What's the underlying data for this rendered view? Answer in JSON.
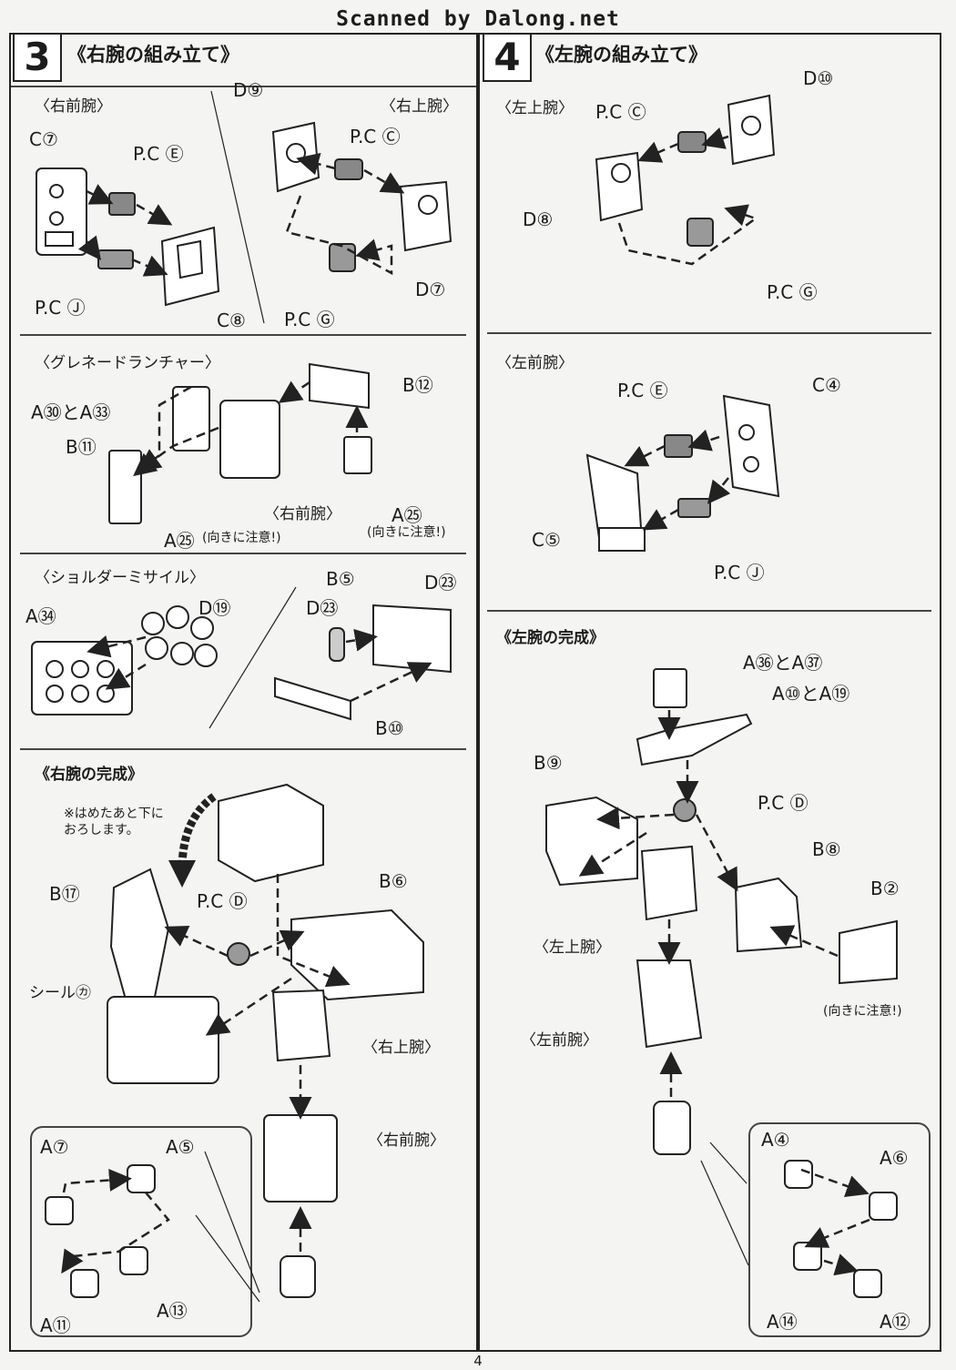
{
  "watermark": "Scanned by Dalong.net",
  "page_number": "4",
  "step3": {
    "number": "3",
    "title": "《右腕の組み立て》",
    "right_forearm": {
      "heading": "〈右前腕〉",
      "labels": [
        "C⑦",
        "P.C Ⓔ",
        "P.C Ⓙ",
        "C⑧"
      ]
    },
    "right_upper_arm": {
      "heading": "〈右上腕〉",
      "labels": [
        "D⑨",
        "P.C Ⓒ",
        "D⑦",
        "P.C Ⓖ"
      ]
    },
    "grenade_launcher": {
      "heading": "〈グレネードランチャー〉",
      "labels": [
        "A㉚とA㉝",
        "B⑪",
        "B⑫",
        "A㉕",
        "A㉕",
        "〈右前腕〉"
      ],
      "notes": [
        "(向きに注意!)",
        "(向きに注意!)"
      ]
    },
    "shoulder_missile": {
      "heading": "〈ショルダーミサイル〉",
      "labels": [
        "A㉞",
        "D⑲",
        "B⑤",
        "D㉓",
        "D㉓",
        "B⑩"
      ]
    },
    "complete": {
      "heading": "《右腕の完成》",
      "note": "※はめたあと下に\nおろします。",
      "labels": [
        "B⑰",
        "P.C Ⓓ",
        "B⑥",
        "シール㋕",
        "〈右上腕〉",
        "〈右前腕〉"
      ],
      "hands": [
        "A⑦",
        "A⑤",
        "A⑪",
        "A⑬"
      ]
    }
  },
  "step4": {
    "number": "4",
    "title": "《左腕の組み立て》",
    "left_upper_arm": {
      "heading": "〈左上腕〉",
      "labels": [
        "P.C Ⓒ",
        "D⑩",
        "D⑧",
        "P.C Ⓖ"
      ]
    },
    "left_forearm": {
      "heading": "〈左前腕〉",
      "labels": [
        "P.C Ⓔ",
        "C④",
        "C⑤",
        "P.C Ⓙ"
      ]
    },
    "complete": {
      "heading": "《左腕の完成》",
      "labels": [
        "A㊱とA㊲",
        "A⑩とA⑲",
        "B⑨",
        "P.C Ⓓ",
        "B⑧",
        "B②",
        "〈左上腕〉",
        "〈左前腕〉"
      ],
      "note": "(向きに注意!)",
      "hands": [
        "A④",
        "A⑥",
        "A⑭",
        "A⑫"
      ]
    }
  }
}
